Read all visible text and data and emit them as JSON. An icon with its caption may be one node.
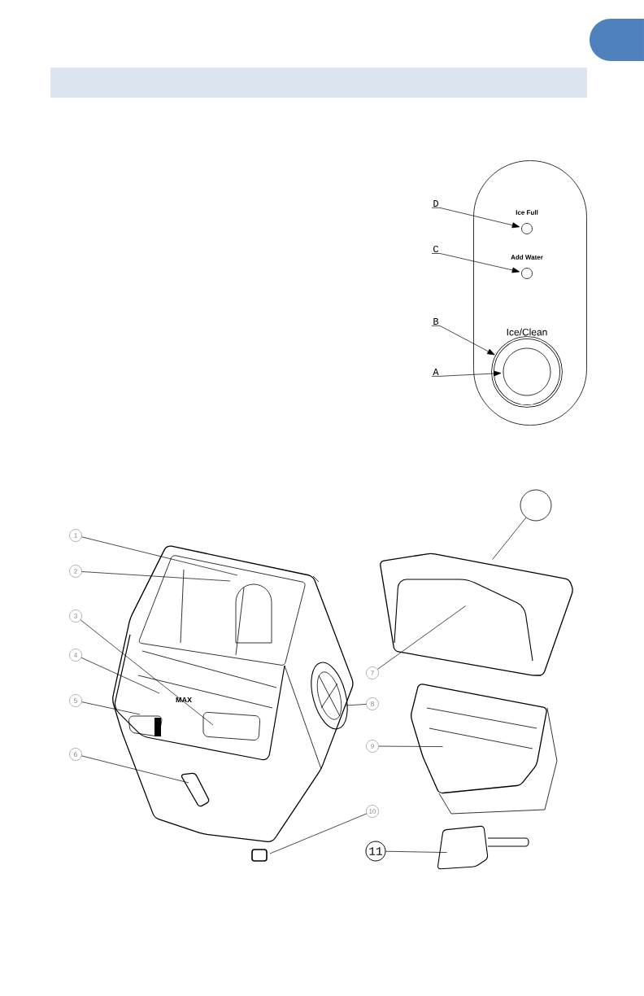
{
  "diagram": {
    "nodes": [
      {
        "text": [],
        "shape": "box"
      },
      {
        "text": [
          "Ice Full"
        ],
        "in": 0
      },
      {
        "text": [
          "Add Water"
        ],
        "in": 0
      },
      {
        "text": [
          "Ice/Clean"
        ],
        "in": 0
      },
      {
        "text": [],
        "shape": "circle",
        "in": 3
      },
      {
        "text": [
          "D"
        ]
      },
      {
        "text": [
          "C"
        ]
      },
      {
        "text": [
          "B"
        ]
      },
      {
        "text": [
          "A"
        ]
      },
      {
        "text": [
          "1"
        ]
      },
      {
        "text": [
          "2"
        ]
      },
      {
        "text": [
          "3"
        ]
      },
      {
        "text": [
          "4"
        ]
      },
      {
        "text": [
          "5"
        ]
      },
      {
        "text": [
          "6"
        ]
      },
      {
        "text": [
          "7"
        ]
      },
      {
        "text": [
          "8"
        ]
      },
      {
        "text": [
          "9"
        ]
      },
      {
        "text": [
          "10"
        ]
      },
      {
        "text": [
          "11"
        ]
      },
      {
        "text": [],
        "shape": "circle"
      },
      {
        "text": [],
        "shape": "picture"
      },
      {
        "text": [],
        "shape": "picture"
      },
      {
        "text": [],
        "shape": "picture"
      }
    ],
    "edges": [
      {
        "from": 5,
        "to": 1,
        "arrow": "to"
      },
      {
        "from": 6,
        "to": 2,
        "arrow": "to"
      },
      {
        "from": 7,
        "to": 3,
        "arrow": "to"
      },
      {
        "from": 8,
        "to": 4,
        "arrow": "to"
      },
      {
        "from": 9,
        "to": null,
        "arrow": "none"
      },
      {
        "from": 10,
        "to": null,
        "arrow": "none"
      },
      {
        "from": 11,
        "to": null,
        "arrow": "none"
      },
      {
        "from": 12,
        "to": null,
        "arrow": "none"
      },
      {
        "from": 13,
        "to": null,
        "arrow": "none"
      },
      {
        "from": 14,
        "to": null,
        "arrow": "none"
      },
      {
        "from": 15,
        "to": 21,
        "arrow": "none"
      },
      {
        "from": 16,
        "to": null,
        "arrow": "none"
      },
      {
        "from": 17,
        "to": 22,
        "arrow": "none"
      },
      {
        "from": 18,
        "to": null,
        "arrow": "none"
      },
      {
        "from": 19,
        "to": 23,
        "arrow": "none"
      },
      {
        "from": 20,
        "to": 21,
        "arrow": "none"
      }
    ],
    "labels": [
      "MAX"
    ]
  }
}
